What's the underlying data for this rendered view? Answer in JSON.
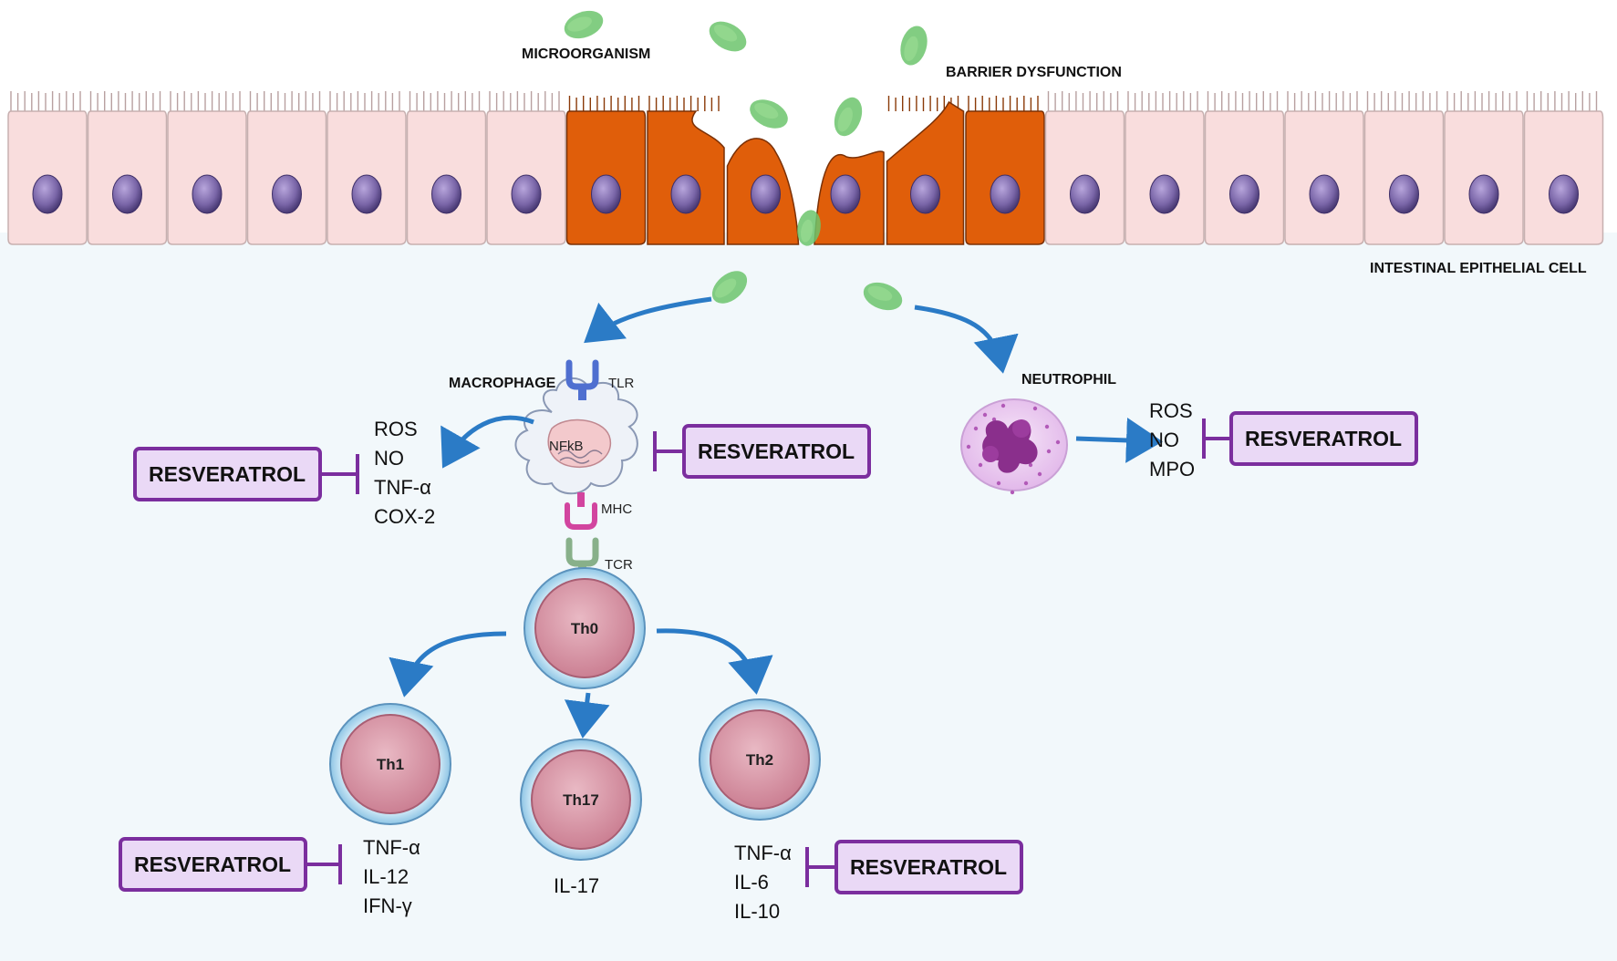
{
  "labels": {
    "microorganism": "MICROORGANISM",
    "barrier": "BARRIER DYSFUNCTION",
    "epithelial": "INTESTINAL EPITHELIAL CELL",
    "macrophage": "MACROPHAGE",
    "tlr": "TLR",
    "nfkb": "NFkB",
    "mhc": "MHC",
    "tcr": "TCR",
    "neutrophil": "NEUTROPHIL"
  },
  "mediators": {
    "macrophage": [
      "ROS",
      "NO",
      "TNF-α",
      "COX-2"
    ],
    "neutrophil": [
      "ROS",
      "NO",
      "MPO"
    ],
    "th1": [
      "TNF-α",
      "IL-12",
      "IFN-γ"
    ],
    "th17": [
      "IL-17"
    ],
    "th2": [
      "TNF-α",
      "IL-6",
      "IL-10"
    ]
  },
  "cells": {
    "th0": "Th0",
    "th1": "Th1",
    "th17": "Th17",
    "th2": "Th2"
  },
  "inhibitor": "RESVERATROL",
  "colors": {
    "background": "#f2f8fb",
    "healthy_cell": "#f9dddd",
    "damaged_cell": "#e05e0a",
    "nucleus": "#7a66a8",
    "microbe": "#6cc46c",
    "arrow": "#2b7bc6",
    "inhibitor": "#7b2e9e",
    "inhibitor_fill": "#ead9f6",
    "t_cell": "#d48a9c",
    "t_cell_ring": "#a8d4ec"
  }
}
